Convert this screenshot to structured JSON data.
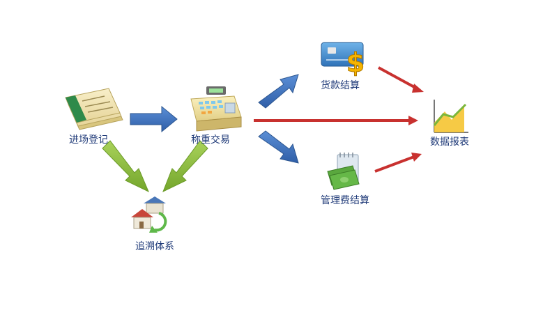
{
  "nodes": {
    "registration": {
      "label": "进场登记",
      "icon": "check-document-icon"
    },
    "weighing": {
      "label": "称重交易",
      "icon": "cash-register-icon"
    },
    "trace": {
      "label": "追溯体系",
      "icon": "houses-cycle-icon"
    },
    "payment": {
      "label": "货款结算",
      "icon": "credit-card-dollar-icon"
    },
    "management_fee": {
      "label": "管理费结算",
      "icon": "cash-notebook-icon"
    },
    "report": {
      "label": "数据报表",
      "icon": "line-chart-icon"
    }
  },
  "colors": {
    "blue_arrow": "#3f6fb8",
    "green_arrow": "#8cbf3f",
    "red_arrow": "#c8312f",
    "label": "#1f3a78"
  }
}
